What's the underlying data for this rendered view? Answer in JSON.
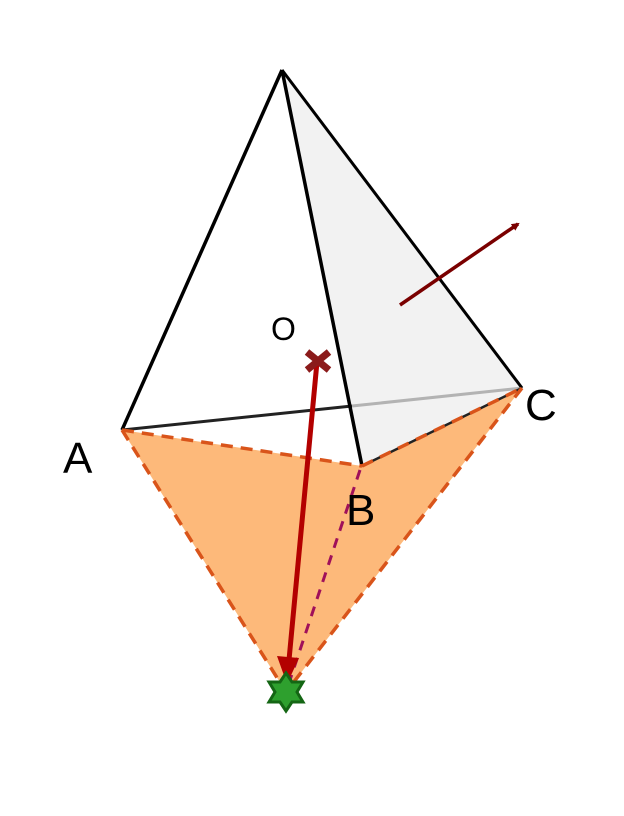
{
  "labels": {
    "A": "A",
    "B": "B",
    "C": "C",
    "O": "O"
  },
  "colors": {
    "edge": "#000000",
    "face_shade": "#f2f2f2",
    "projection_fill": "#fdb97a",
    "projection_edge": "#d9541a",
    "hidden_edge": "#b3b3b3",
    "vector": "#b30000",
    "normal_arrow": "#7a0000",
    "center_marker": "#8b1a1a",
    "dashed_link": "#a0105a",
    "star": "#1e8c1e"
  }
}
